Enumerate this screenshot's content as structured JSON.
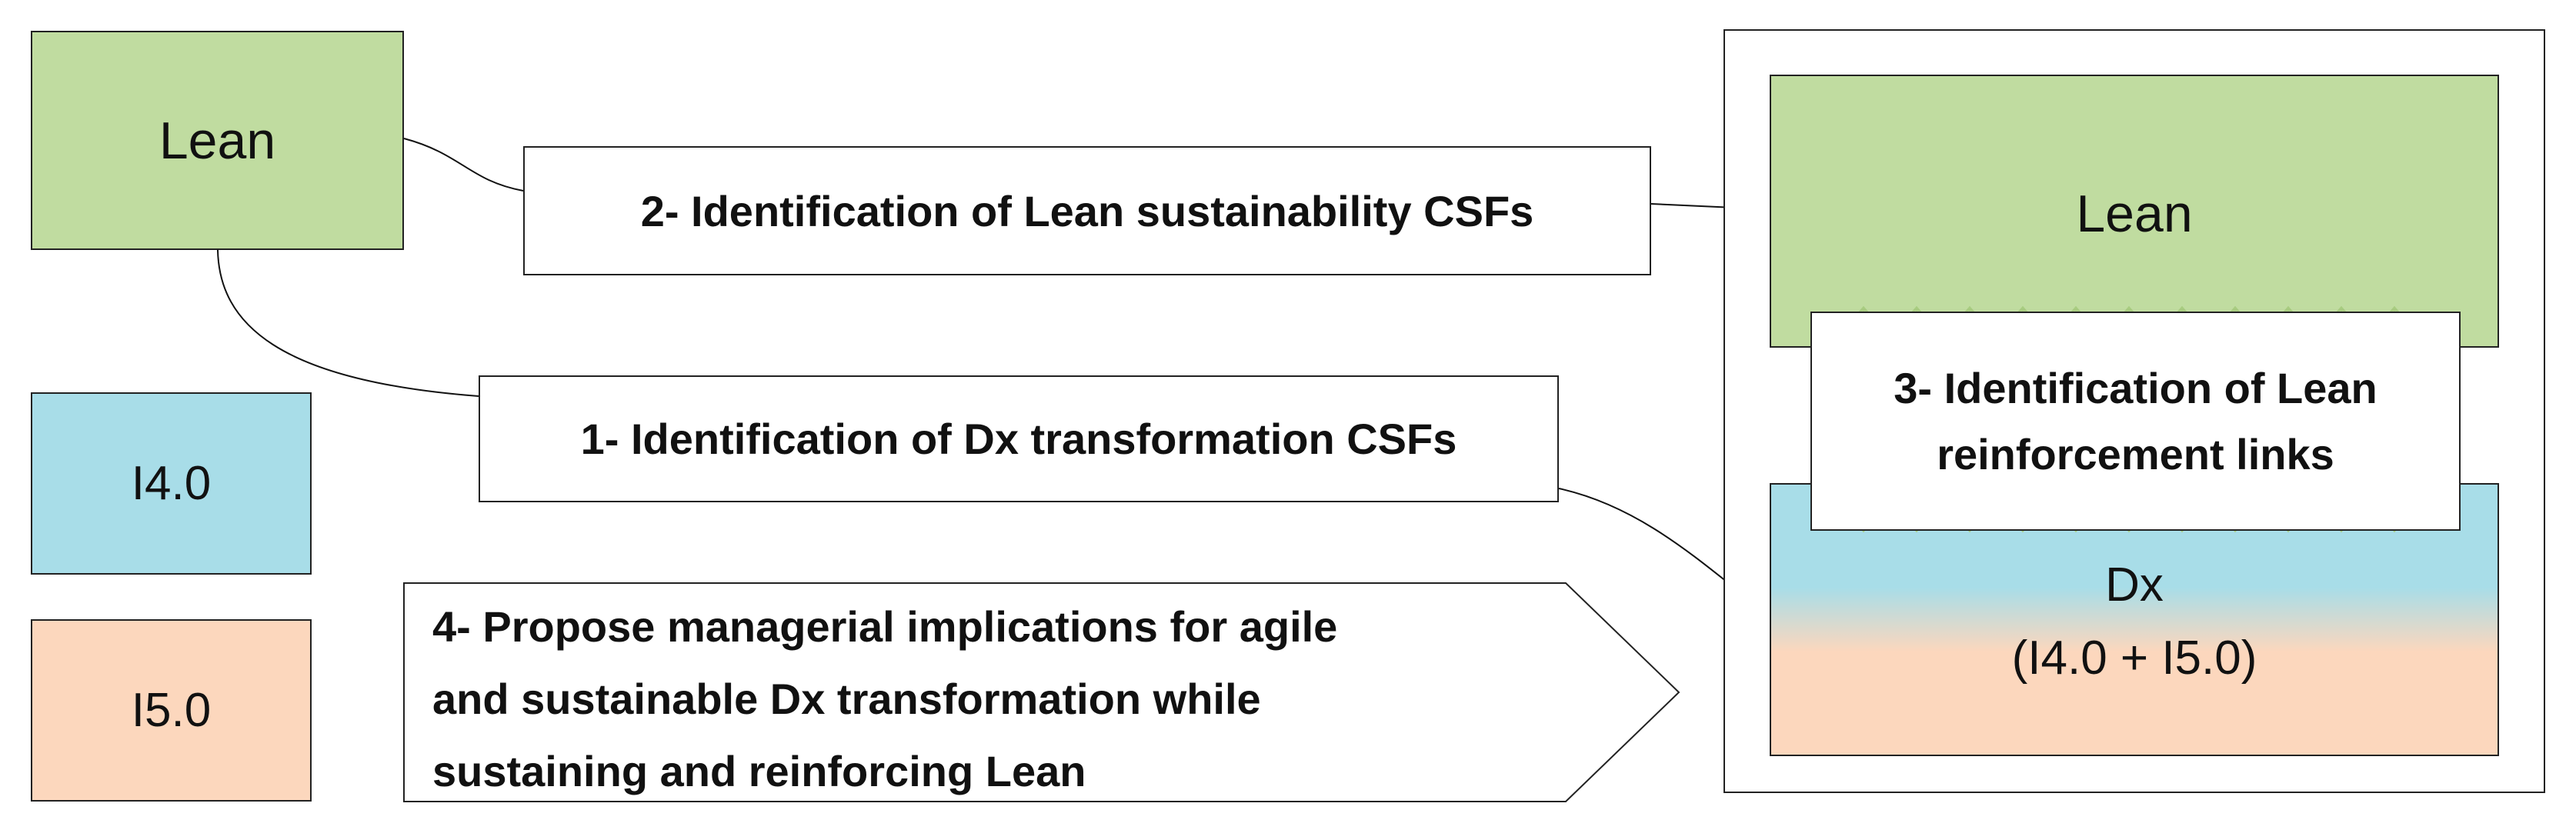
{
  "colors": {
    "lean_green": "#c0dca0",
    "i40_blue": "#a8dde8",
    "i50_peach": "#fcd7bd",
    "arrow_green": "#a8cc80",
    "line": "#222222"
  },
  "legend": {
    "lean": "Lean",
    "i40": "I4.0",
    "i50": "I5.0"
  },
  "steps": {
    "step1": "1- Identification of Dx transformation CSFs",
    "step2": "2- Identification of Lean sustainability CSFs",
    "step3_line1": "3- Identification of Lean",
    "step3_line2": "reinforcement links",
    "step4_line1": "4- Propose managerial implications for agile",
    "step4_line2": "and sustainable  Dx transformation while",
    "step4_line3": "sustaining and reinforcing Lean"
  },
  "framework": {
    "lean": "Lean",
    "dx_line1": "Dx",
    "dx_line2": "(I4.0 + I5.0)"
  },
  "icons": {
    "connector": "arrow-connector",
    "reinforcement": "up-down-arrows"
  }
}
